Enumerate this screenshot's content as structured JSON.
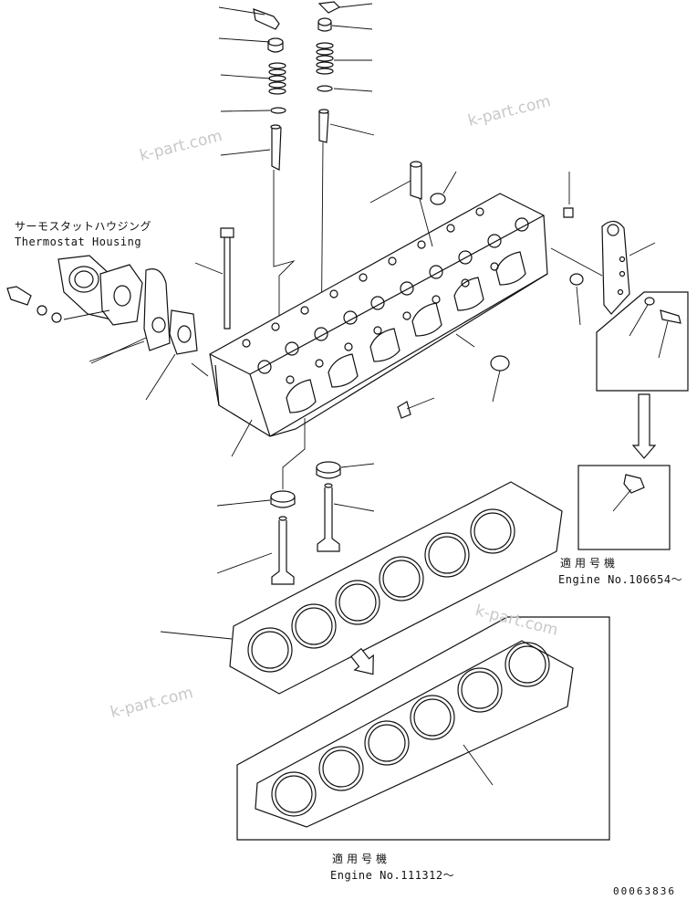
{
  "labels": {
    "thermostat_jp": "サーモスタットハウジング",
    "thermostat_en": "Thermostat Housing",
    "applic1_jp": "適用号機",
    "applic1_en": "Engine No.106654～",
    "applic2_jp": "適用号機",
    "applic2_en": "Engine No.111312～",
    "drawing_no": "00063836"
  },
  "watermarks": [
    "k-part.com",
    "k-part.com",
    "k-part.com",
    "k-part.com"
  ],
  "colors": {
    "line": "#111111",
    "watermark": "#c8c8c8",
    "background": "#ffffff"
  }
}
